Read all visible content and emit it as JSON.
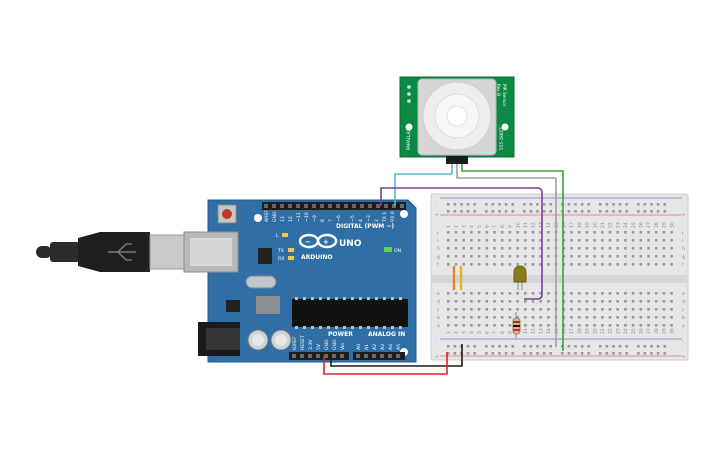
{
  "arduino": {
    "digital_header_label": "DIGITAL (PWM ~)",
    "board_name": "UNO",
    "brand": "ARDUINO",
    "on_label": "ON",
    "l_label": "L",
    "tx_label": "TX",
    "rx_label": "RX",
    "power_label": "POWER",
    "analog_label": "ANALOG IN",
    "aref_label": "AREF",
    "gnd_label": "GND",
    "digital_pins": [
      "13",
      "12",
      "~11",
      "~10",
      "~9",
      "8",
      "7",
      "~6",
      "~5",
      "4",
      "~3",
      "2",
      "TX 1",
      "RX 0"
    ],
    "power_pins": [
      "IOREF",
      "RESET",
      "3.3V",
      "5V",
      "GND",
      "GND",
      "Vin"
    ],
    "analog_pins": [
      "A0",
      "A1",
      "A2",
      "A3",
      "A4",
      "A5"
    ]
  },
  "pir_sensor": {
    "title": "PIR Sensor",
    "rev": "Rev B",
    "left_label": "PARALLAX",
    "right_label": "555-28027"
  },
  "breadboard": {
    "columns": [
      "1",
      "2",
      "3",
      "4",
      "5",
      "6",
      "7",
      "8",
      "9",
      "10",
      "11",
      "12",
      "13",
      "14",
      "15",
      "16",
      "17",
      "18",
      "19",
      "20",
      "21",
      "22",
      "23",
      "24",
      "25",
      "26",
      "27",
      "28",
      "29",
      "30"
    ],
    "top_rows": [
      "j",
      "i",
      "h",
      "g",
      "f"
    ],
    "bottom_rows": [
      "e",
      "d",
      "c",
      "b",
      "a"
    ],
    "plus_label": "+",
    "minus_label": "-"
  },
  "colors": {
    "board": "#2f6fa6",
    "pir": "#0b8a43",
    "breadboard": "#e6e6e6",
    "wire_power": "#d4262c",
    "wire_ground": "#1a1a1a",
    "wire_signal": "#7b3fa0",
    "wire_pir_signal": "#5db3d8",
    "wire_pir_gnd": "#a0a0a0",
    "wire_pir_vcc": "#3aa53a"
  }
}
